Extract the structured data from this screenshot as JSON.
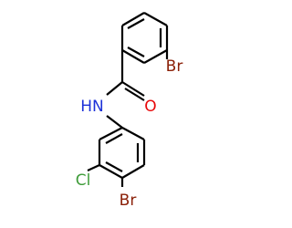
{
  "molecule": {
    "atoms": {
      "br_top": "Br",
      "nh": "HN",
      "o": "O",
      "cl": "Cl",
      "br_bottom": "Br"
    },
    "colors": {
      "bromine": "#8b2008",
      "oxygen": "#e8080a",
      "nitrogen": "#1c31d8",
      "chlorine": "#3f9c3a",
      "bond": "#000000"
    }
  }
}
